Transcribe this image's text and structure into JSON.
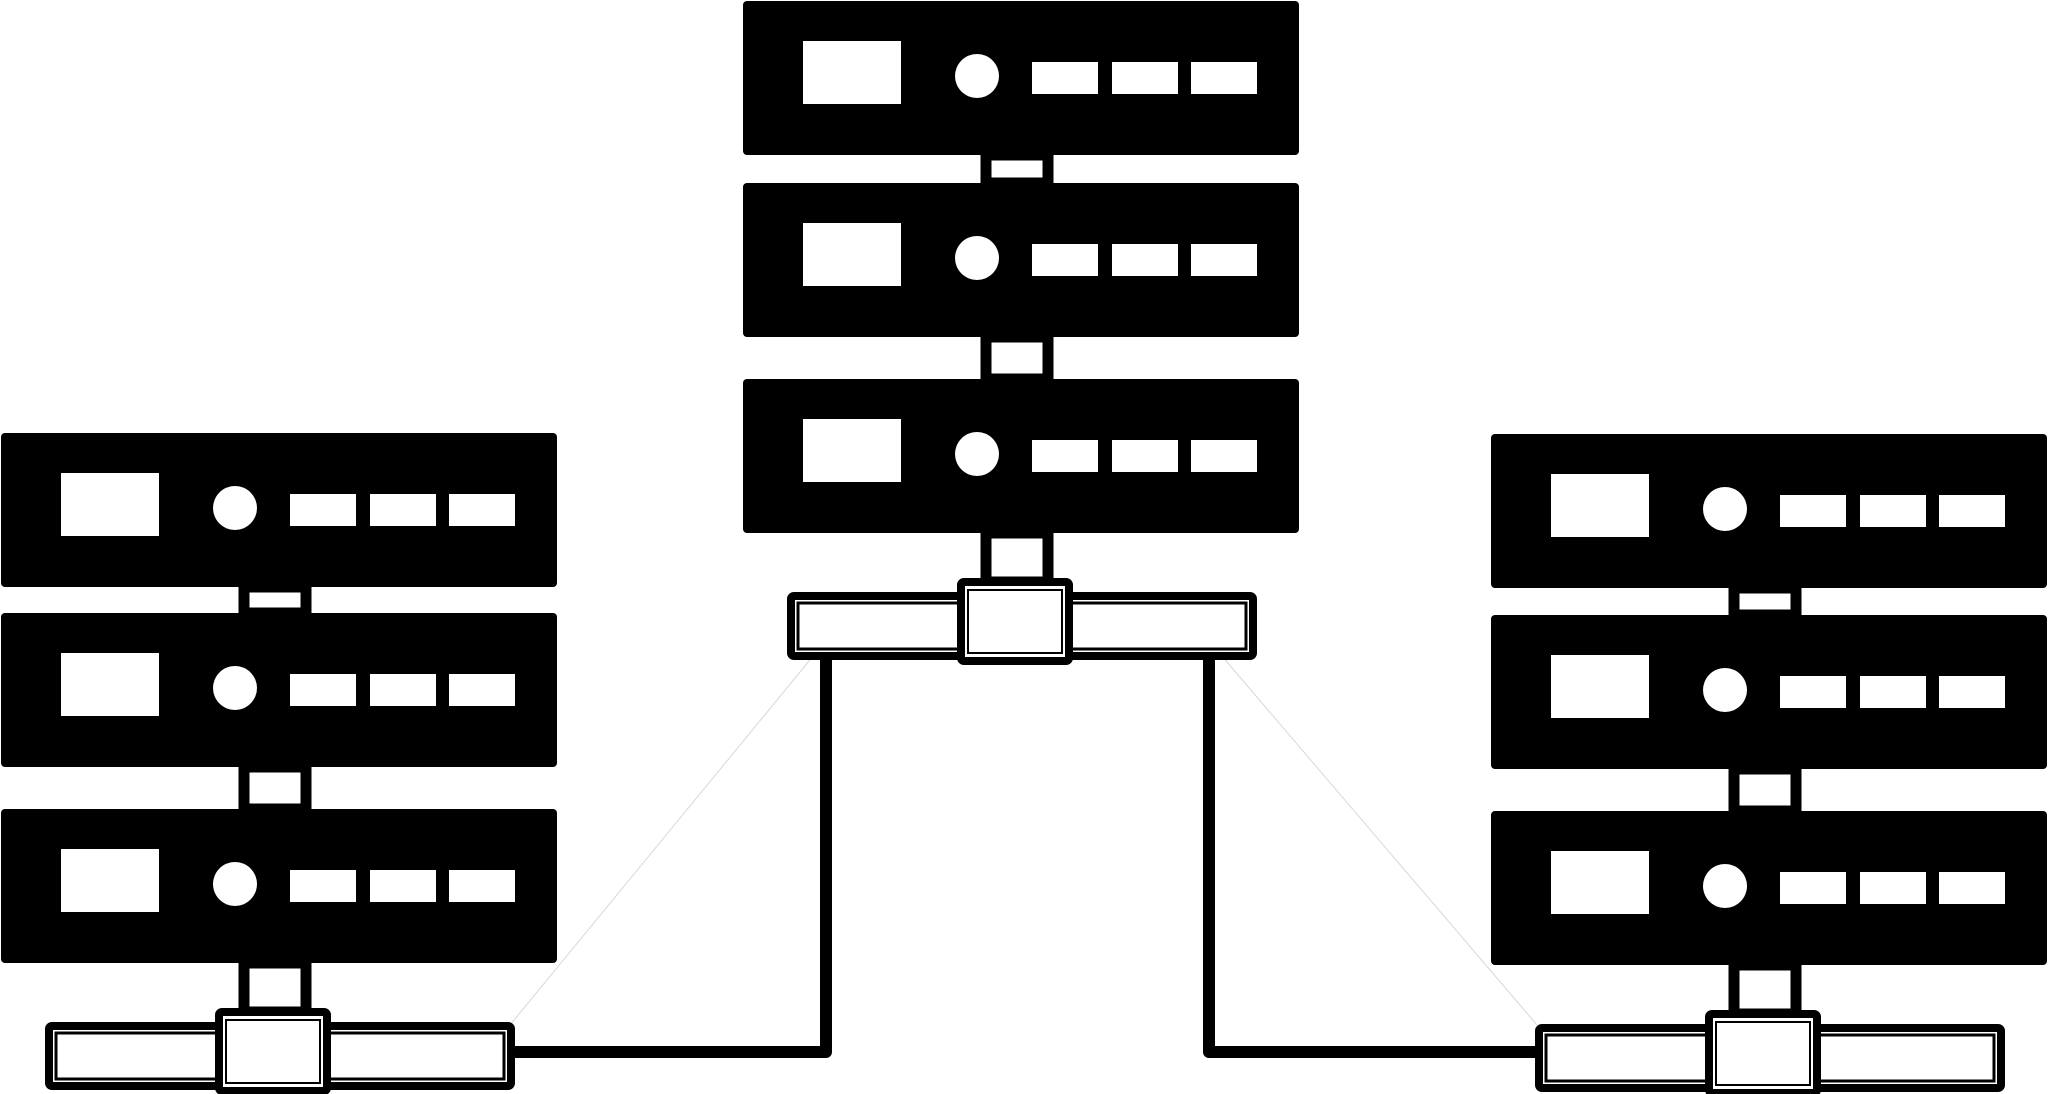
{
  "colors": {
    "foreground": "#000000",
    "background": "#ffffff"
  },
  "diagram": {
    "stacks": [
      {
        "id": "left",
        "servers": 3
      },
      {
        "id": "center",
        "servers": 3
      },
      {
        "id": "right",
        "servers": 3
      }
    ],
    "server_icon": {
      "parts": [
        "display-panel",
        "power-button",
        "drive-bay",
        "drive-bay",
        "drive-bay"
      ]
    },
    "connections": [
      {
        "from": "left-stack-connector",
        "to": "center-stack-connector"
      },
      {
        "from": "right-stack-connector",
        "to": "center-stack-connector"
      }
    ]
  }
}
